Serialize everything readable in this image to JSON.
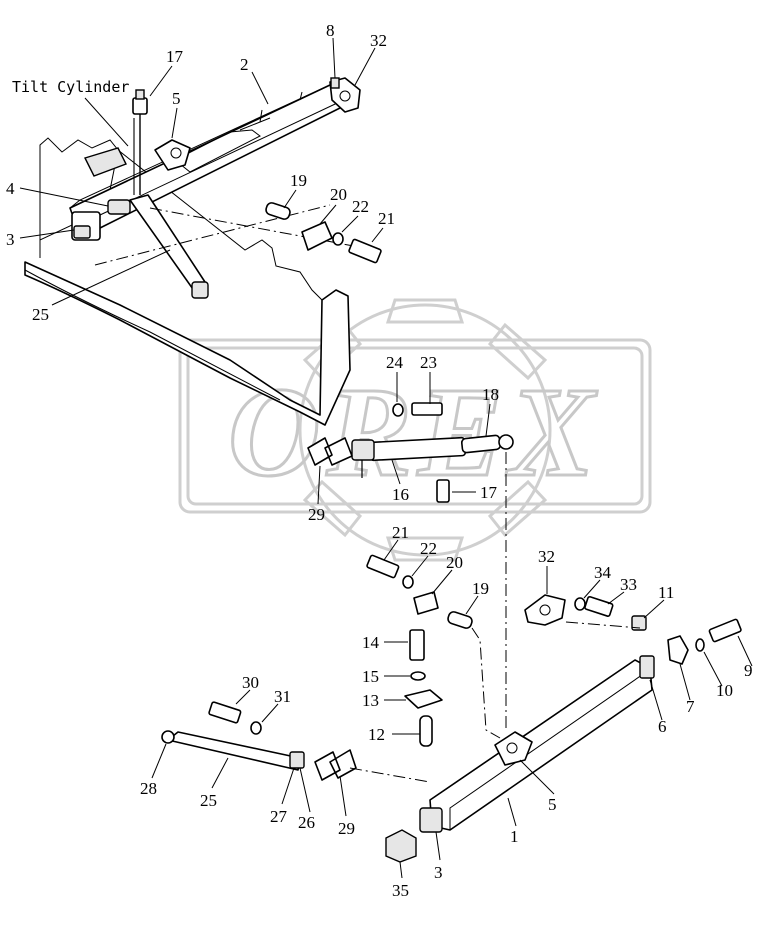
{
  "watermark": {
    "text": "OREX"
  },
  "title_label": "Tilt Cylinder",
  "callouts": {
    "top": [
      "17",
      "2",
      "8",
      "32",
      "5",
      "4",
      "3",
      "19",
      "20",
      "22",
      "21",
      "25"
    ],
    "middle": [
      "24",
      "23",
      "18",
      "16",
      "17",
      "29",
      "21",
      "22",
      "20",
      "19"
    ],
    "bottom": [
      "32",
      "34",
      "33",
      "11",
      "9",
      "10",
      "7",
      "6",
      "14",
      "15",
      "13",
      "12",
      "30",
      "31",
      "28",
      "25",
      "27",
      "26",
      "29",
      "5",
      "1",
      "3",
      "35"
    ]
  }
}
